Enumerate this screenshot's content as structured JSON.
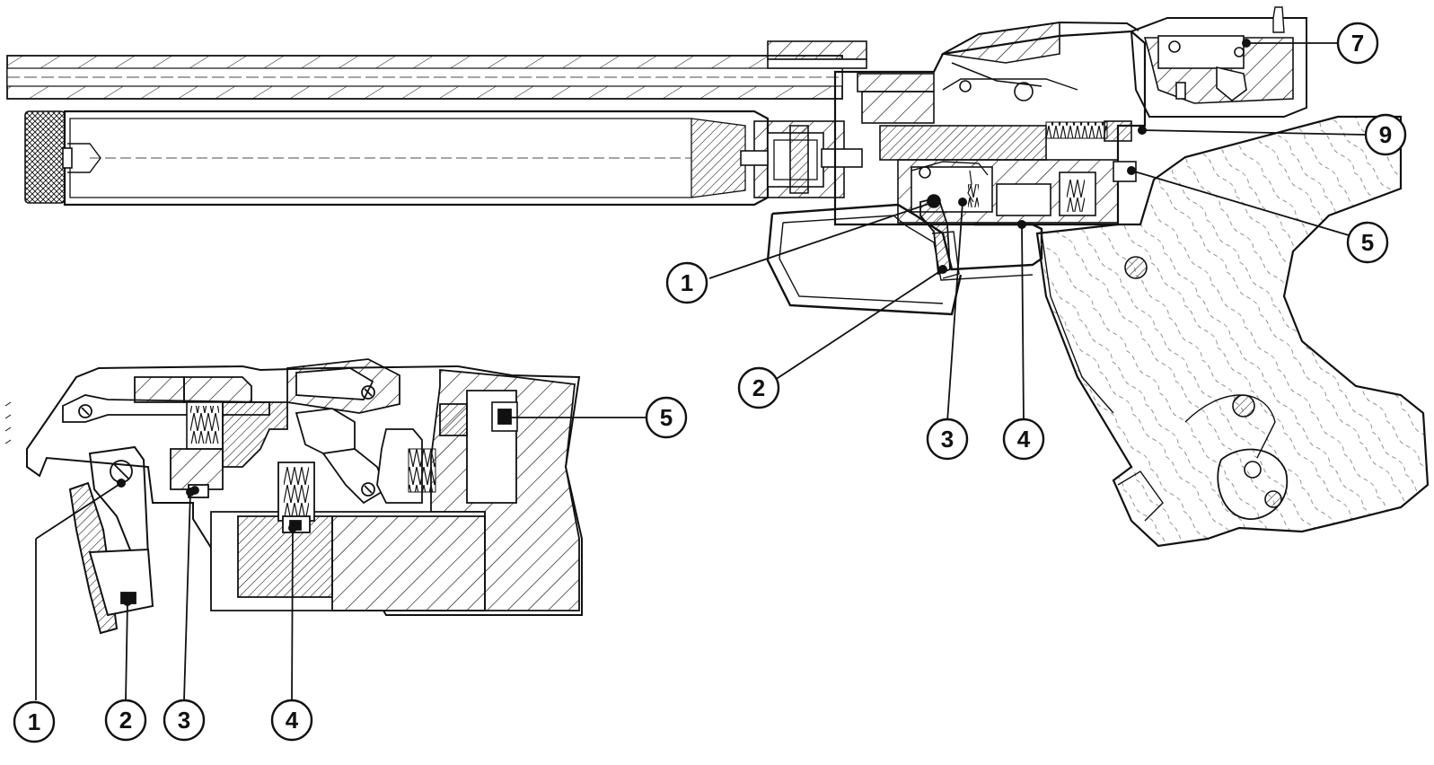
{
  "diagram": {
    "ink_color": "#111111",
    "background_color": "#ffffff",
    "main_view": {
      "callouts": [
        {
          "id": "m1",
          "label": "1"
        },
        {
          "id": "m2",
          "label": "2"
        },
        {
          "id": "m3",
          "label": "3"
        },
        {
          "id": "m4",
          "label": "4"
        },
        {
          "id": "m5",
          "label": "5"
        },
        {
          "id": "m7",
          "label": "7"
        },
        {
          "id": "m9",
          "label": "9"
        }
      ]
    },
    "detail_view": {
      "callouts": [
        {
          "id": "d1",
          "label": "1"
        },
        {
          "id": "d2",
          "label": "2"
        },
        {
          "id": "d3",
          "label": "3"
        },
        {
          "id": "d4",
          "label": "4"
        },
        {
          "id": "d5",
          "label": "5"
        }
      ]
    }
  }
}
